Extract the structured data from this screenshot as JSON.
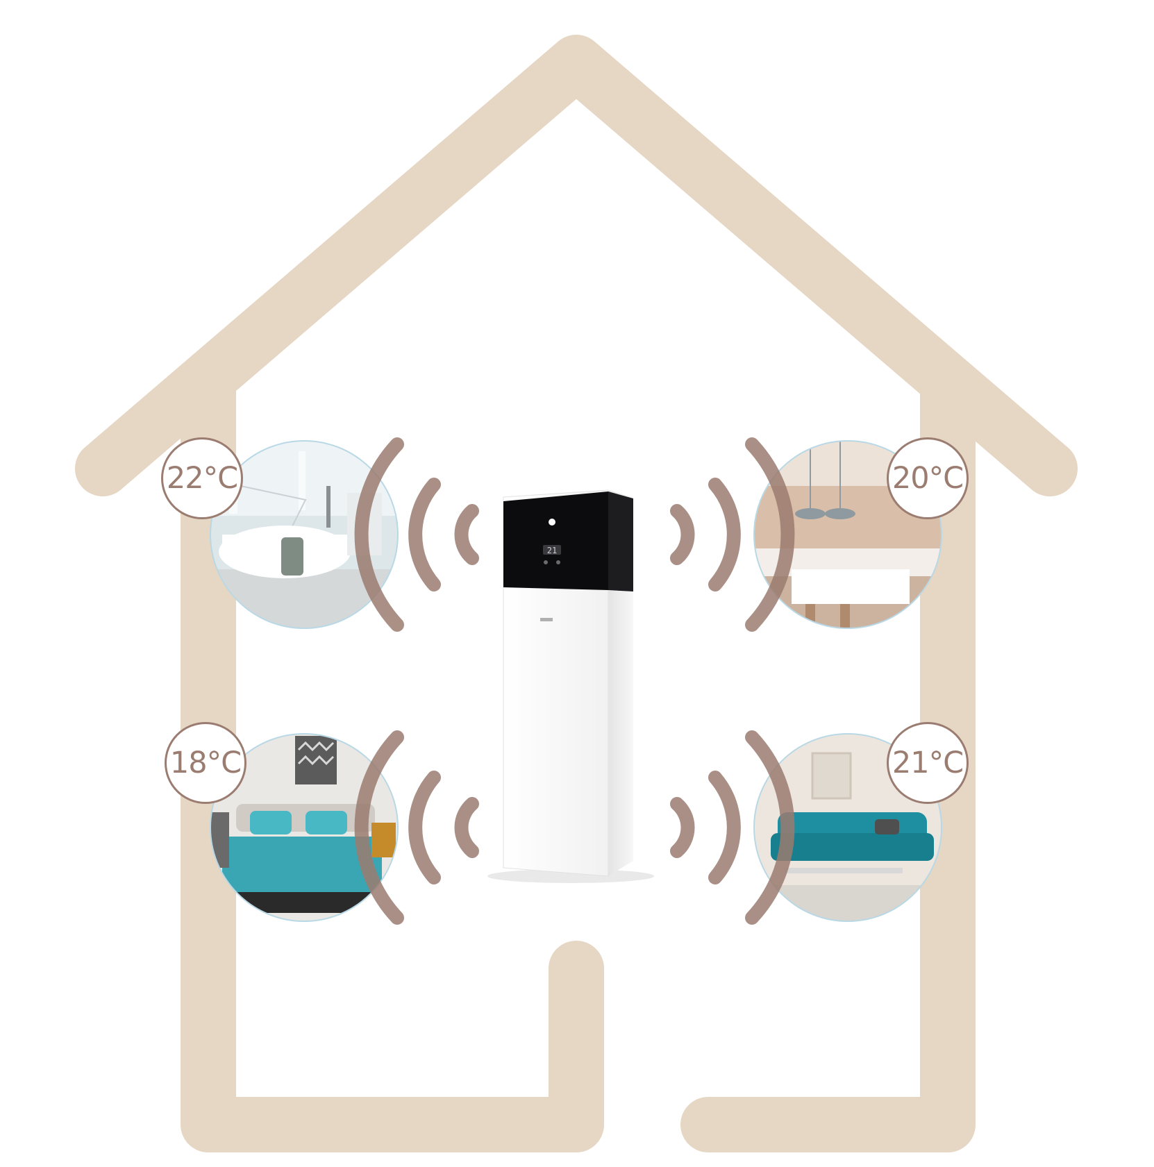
{
  "colors": {
    "house_outline": "#e6d6c4",
    "signal_waves": "#9b7c70",
    "badge_text": "#9b7c70",
    "badge_border": "#9b7c70",
    "unit_panel": "#0c0c0e",
    "unit_body": "#f4f4f4"
  },
  "icons": {
    "house": "house-outline-icon",
    "signal": "wireless-signal-icon"
  },
  "rooms": [
    {
      "id": "bathroom",
      "temperature": "22°C"
    },
    {
      "id": "kitchen",
      "temperature": "20°C"
    },
    {
      "id": "bedroom",
      "temperature": "18°C"
    },
    {
      "id": "living_room",
      "temperature": "21°C"
    }
  ]
}
